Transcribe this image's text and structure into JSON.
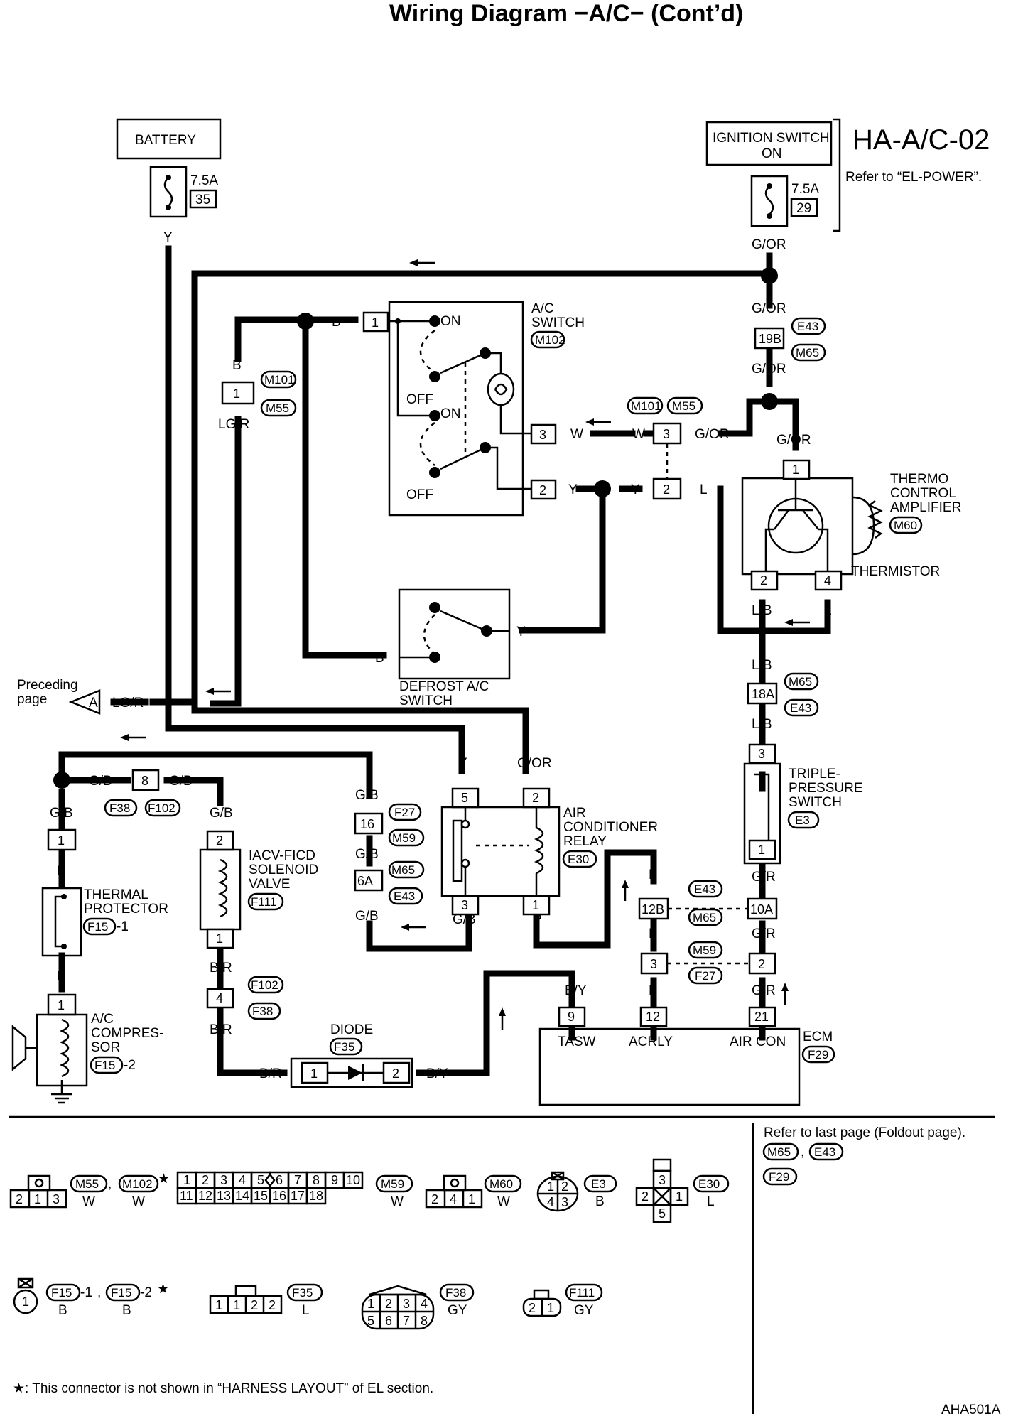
{
  "title": "Wiring Diagram −A/C− (Cont’d)",
  "page_code": "HA-A/C-02",
  "refer": "Refer to “EL-POWER”.",
  "figure_id": "AHA501A",
  "battery": {
    "label": "BATTERY",
    "fuse_amp": "7.5A",
    "fuse_no": "35",
    "wire": "Y"
  },
  "ignition": {
    "label1": "IGNITION SWITCH",
    "label2": "ON",
    "fuse_amp": "7.5A",
    "fuse_no": "29",
    "wire": "G/OR"
  },
  "ac_switch": {
    "label1": "A/C",
    "label2": "SWITCH",
    "conn": "M102",
    "pin1": "1",
    "pin2": "2",
    "pin3": "3",
    "on1": "ON",
    "off1": "OFF",
    "on2": "ON",
    "off2": "OFF"
  },
  "defrost": {
    "label1": "DEFROST A/C",
    "label2": "SWITCH"
  },
  "thermo": {
    "label1": "THERMO",
    "label2": "CONTROL",
    "label3": "AMPLIFIER",
    "conn": "M60",
    "thermistor": "THERMISTOR",
    "pin1": "1",
    "pin2": "2",
    "pin4": "4"
  },
  "triple": {
    "label1": "TRIPLE-",
    "label2": "PRESSURE",
    "label3": "SWITCH",
    "conn": "E3",
    "pin3": "3",
    "pin1": "1"
  },
  "relay": {
    "label1": "AIR",
    "label2": "CONDITIONER",
    "label3": "RELAY",
    "conn": "E30",
    "pin5": "5",
    "pin2": "2",
    "pin3": "3",
    "pin1": "1"
  },
  "thermal": {
    "label1": "THERMAL",
    "label2": "PROTECTOR",
    "conn": "F15",
    "suffix": "-1",
    "pin": "1"
  },
  "compressor": {
    "label1": "A/C",
    "label2": "COMPRES-",
    "label3": "SOR",
    "conn": "F15",
    "suffix": "-2",
    "pin": "1"
  },
  "iacv": {
    "label1": "IACV-FICD",
    "label2": "SOLENOID",
    "label3": "VALVE",
    "conn": "F111",
    "pin2": "2",
    "pin1": "1"
  },
  "diode": {
    "label": "DIODE",
    "conn": "F35",
    "pin1": "1",
    "pin2": "2"
  },
  "ecm": {
    "label": "ECM",
    "conn": "F29",
    "pin9": "9",
    "pin12": "12",
    "pin21": "21",
    "tasw": "TASW",
    "acrly": "ACRLY",
    "aircon": "AIR CON"
  },
  "preceding": {
    "line1": "Preceding",
    "line2": "page",
    "marker": "A"
  },
  "conns": {
    "c19b": "19B",
    "c18a": "18A",
    "c16": "16",
    "c6a": "6A",
    "c8": "8",
    "c4": "4",
    "c12b": "12B",
    "c10a": "10A",
    "c3": "3",
    "c2": "2",
    "m101_1": "1",
    "m101_3": "3",
    "m101_2": "2"
  },
  "conn_names": {
    "E43": "E43",
    "M65": "M65",
    "M101": "M101",
    "M55": "M55",
    "F27": "F27",
    "M59": "M59",
    "F38": "F38",
    "F102": "F102",
    "E3": "E3"
  },
  "wires": {
    "B": "B",
    "LGR": "LG/R",
    "W": "W",
    "Y": "Y",
    "GOR": "G/OR",
    "L": "L",
    "LB": "L/B",
    "GB": "G/B",
    "GR": "G/R",
    "P": "P",
    "BY": "B/Y",
    "BR": "B/R"
  },
  "legend": {
    "star_note": "★: This connector is not shown in “HARNESS LAYOUT” of EL section.",
    "refer_last": "Refer to last page (Foldout page).",
    "comma": ",",
    "items": {
      "m55": "M55",
      "m102": "M102",
      "m59": "M59",
      "m60": "M60",
      "e3": "E3",
      "e30": "E30",
      "f15a": "F15",
      "f15b": "F15",
      "f35": "F35",
      "f38": "F38",
      "f111": "F111",
      "m65": "M65",
      "e43": "E43",
      "f29": "F29"
    },
    "colors": {
      "W": "W",
      "B": "B",
      "L": "L",
      "GY": "GY"
    },
    "pins_m55": [
      "2",
      "1",
      "3"
    ],
    "pins_m59_top": [
      "1",
      "2",
      "3",
      "4",
      "5",
      "6",
      "7",
      "8",
      "9",
      "10"
    ],
    "pins_m59_bot": [
      "11",
      "12",
      "13",
      "14",
      "15",
      "16",
      "17",
      "18"
    ],
    "pins_m60": [
      "2",
      "4",
      "1"
    ],
    "pins_e3": [
      "1",
      "2",
      "4",
      "3"
    ],
    "pins_e30": [
      "3",
      "2",
      "1",
      "5"
    ],
    "pins_f35": [
      "1",
      "1",
      "2",
      "2"
    ],
    "pins_f38": [
      "1",
      "2",
      "3",
      "4",
      "5",
      "6",
      "7",
      "8"
    ],
    "pins_f111": [
      "2",
      "1"
    ],
    "f15_pin": "1",
    "suffix1": "-1",
    "suffix2": "-2"
  }
}
